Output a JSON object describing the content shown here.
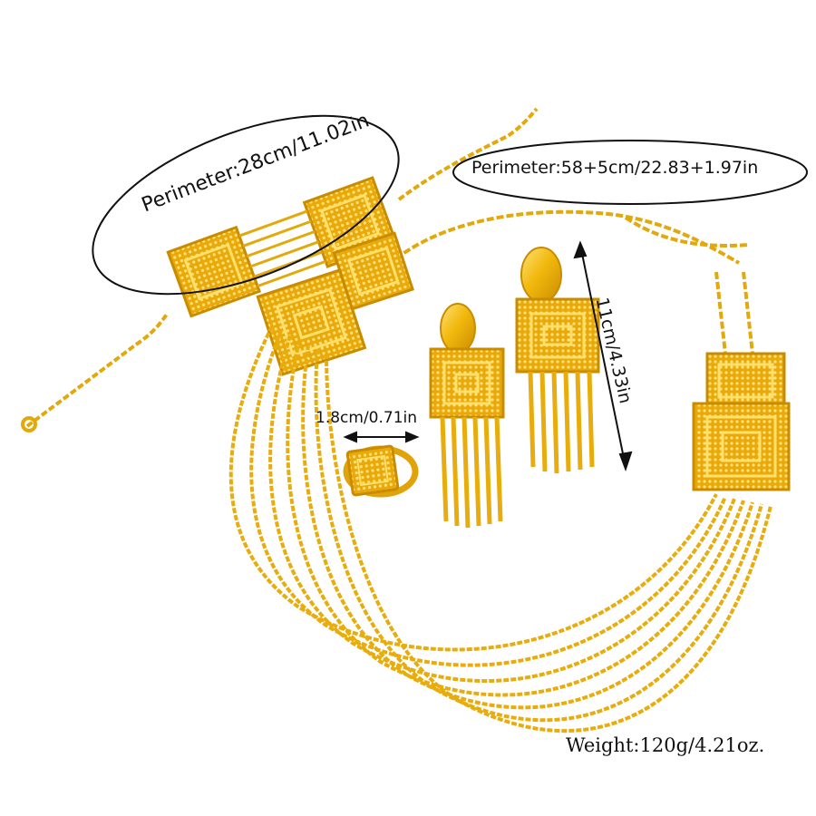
{
  "product": {
    "bracelet_perimeter": "Perimeter:28cm/11.02in",
    "necklace_perimeter": "Perimeter:58+5cm/22.83+1.97in",
    "ring_size": "1.8cm/0.71in",
    "earring_length": "11cm/4.33in",
    "weight": "Weight:120g/4.21oz."
  },
  "colors": {
    "gold": "#f2b90e",
    "gold_dark": "#c98c00",
    "gold_light": "#ffe06a",
    "outline": "#111111"
  }
}
